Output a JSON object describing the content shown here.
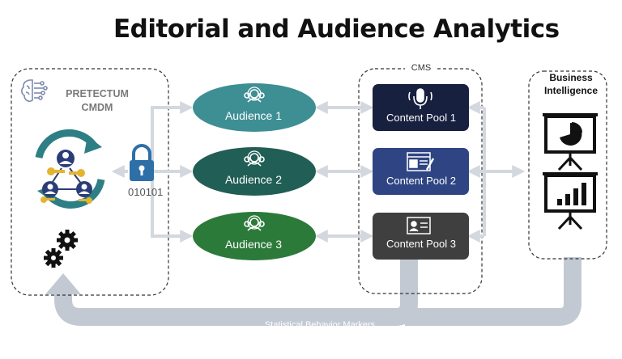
{
  "title": "Editorial and Audience Analytics",
  "pretectum": {
    "label_line1": "PRETECTUM",
    "label_line2": "CMDM"
  },
  "lock": {
    "binary": "010101"
  },
  "audiences": [
    {
      "label": "Audience 1",
      "color": "#3d8f94"
    },
    {
      "label": "Audience 2",
      "color": "#215e55"
    },
    {
      "label": "Audience 3",
      "color": "#2c7a3a"
    }
  ],
  "cms": {
    "label": "CMS",
    "pools": [
      {
        "label": "Content Pool 1",
        "color": "#17203f",
        "icon": "microphone-icon"
      },
      {
        "label": "Content Pool 2",
        "color": "#2f4583",
        "icon": "article-icon"
      },
      {
        "label": "Content Pool 3",
        "color": "#3f3f3f",
        "icon": "video-card-icon"
      }
    ]
  },
  "bi": {
    "label_line1": "Business",
    "label_line2": "Intelligence"
  },
  "feedback": {
    "label": "Statistical Behavior Markers"
  },
  "colors": {
    "arrow": "#c5cbd5",
    "dashed": "#333333",
    "teal": "#2e7f85",
    "key": "#e3b52f"
  }
}
